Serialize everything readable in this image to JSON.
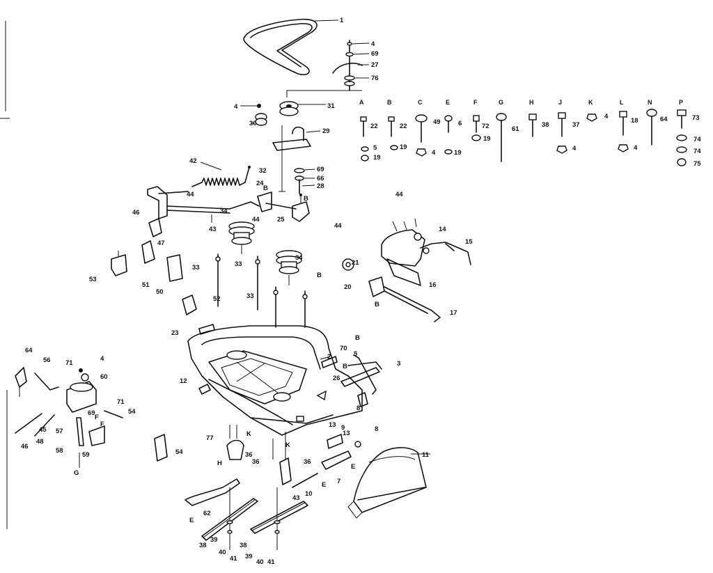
{
  "hardware_key": [
    {
      "letter": "A",
      "qty": "22",
      "washer1": "5",
      "washer2": "19"
    },
    {
      "letter": "B",
      "qty": "22",
      "washer1": "19"
    },
    {
      "letter": "C",
      "qty": "49",
      "washer1": "4",
      "washer2": "19"
    },
    {
      "letter": "E",
      "qty": "6"
    },
    {
      "letter": "F",
      "qty": "72",
      "washer1": "19"
    },
    {
      "letter": "G",
      "qty": "61"
    },
    {
      "letter": "H",
      "qty": "38"
    },
    {
      "letter": "J",
      "qty": "37",
      "washer1": "4"
    },
    {
      "letter": "K",
      "qty": "4"
    },
    {
      "letter": "L",
      "qty": "18",
      "washer1": "4"
    },
    {
      "letter": "N",
      "qty": "64"
    },
    {
      "letter": "P",
      "qty": "73",
      "washer1": "74",
      "washer2": "74",
      "washer3": "75"
    }
  ],
  "part_labels": [
    "1",
    "4",
    "69",
    "27",
    "76",
    "4",
    "31",
    "30",
    "29",
    "69",
    "66",
    "28",
    "42",
    "32",
    "24",
    "B",
    "B",
    "25",
    "44",
    "46",
    "43",
    "34",
    "44",
    "47",
    "53",
    "51",
    "50",
    "33",
    "33",
    "52",
    "34",
    "44",
    "21",
    "B",
    "20",
    "B",
    "16",
    "15",
    "14",
    "44",
    "17",
    "33",
    "23",
    "70",
    "5",
    "B",
    "3",
    "26",
    "B",
    "8",
    "12",
    "2",
    "64",
    "56",
    "71",
    "4",
    "60",
    "71",
    "54",
    "45",
    "57",
    "69",
    "F",
    "F",
    "46",
    "48",
    "58",
    "59",
    "G",
    "54",
    "77",
    "36",
    "36",
    "36",
    "H",
    "K",
    "K",
    "13",
    "9",
    "13",
    "8",
    "7",
    "E",
    "E",
    "10",
    "43",
    "11",
    "62",
    "E",
    "38",
    "39",
    "40",
    "41",
    "38",
    "39",
    "40",
    "41"
  ]
}
